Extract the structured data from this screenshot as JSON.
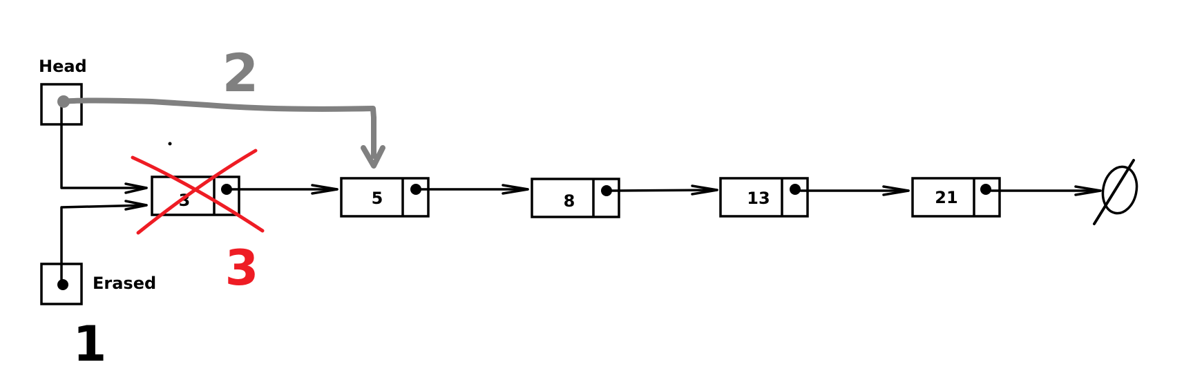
{
  "diagram": {
    "head_label": "Head",
    "erased_label": "Erased",
    "nodes": [
      {
        "value": "3"
      },
      {
        "value": "5"
      },
      {
        "value": "8"
      },
      {
        "value": "13"
      },
      {
        "value": "21"
      }
    ],
    "step_labels": {
      "step1": "1",
      "step2": "2",
      "step3": "3"
    },
    "null_symbol": "∅",
    "colors": {
      "ink": "#000000",
      "step2": "#808080",
      "step3": "#ee1c24"
    }
  }
}
